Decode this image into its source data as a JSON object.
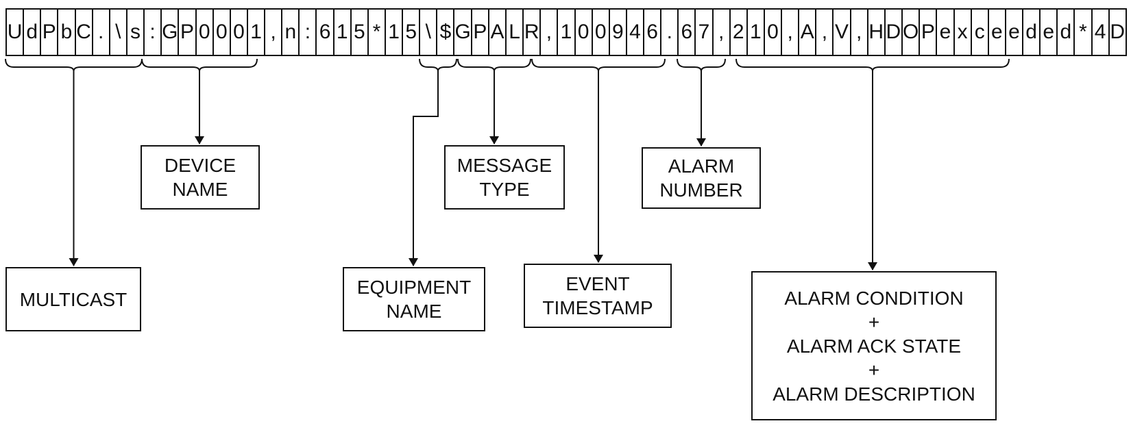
{
  "packet": {
    "cells": [
      "U",
      "d",
      "P",
      "b",
      "C",
      ".",
      "\\",
      "s",
      ":",
      "G",
      "P",
      "0",
      "0",
      "0",
      "1",
      ",",
      "n",
      ":",
      "6",
      "1",
      "5",
      "*",
      "1",
      "5",
      "\\",
      "$",
      "G",
      "P",
      "A",
      "L",
      "R",
      ",",
      "1",
      "0",
      "0",
      "9",
      "4",
      "6",
      ".",
      "6",
      "7",
      ",",
      "2",
      "1",
      "0",
      ",",
      "A",
      ",",
      "V",
      ",",
      "H",
      "D",
      "O",
      "P",
      "e",
      "x",
      "c",
      "e",
      "e",
      "d",
      "e",
      "d",
      "*",
      "4",
      "D"
    ]
  },
  "labels": {
    "multicast": "MULTICAST",
    "device_name": "DEVICE\nNAME",
    "equipment_name": "EQUIPMENT\nNAME",
    "message_type": "MESSAGE\nTYPE",
    "event_timestamp": "EVENT\nTIMESTAMP",
    "alarm_number": "ALARM\nNUMBER",
    "alarm_details": "ALARM CONDITION\n+\nALARM ACK STATE\n+\nALARM DESCRIPTION"
  }
}
